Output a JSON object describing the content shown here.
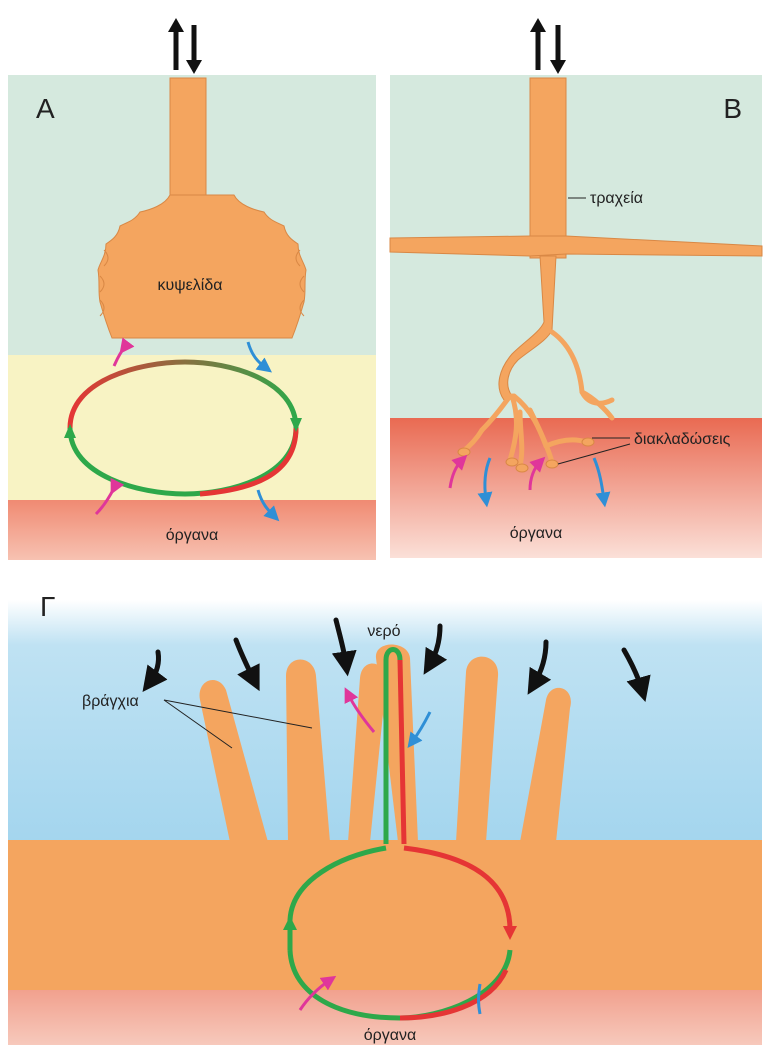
{
  "panels": {
    "a": {
      "letter": "Α",
      "chamber_label": "κυψελίδα",
      "organs_label": "όργανα"
    },
    "b": {
      "letter": "Β",
      "trachea_label": "τραχεία",
      "branches_label": "διακλαδώσεις",
      "organs_label": "όργανα"
    },
    "c": {
      "letter": "Γ",
      "water_label": "νερό",
      "gills_label": "βράγχια",
      "organs_label": "όργανα"
    }
  },
  "colors": {
    "air": "#d5e9de",
    "tissue": "#f4a55f",
    "yellow_zone": "#f8f3c4",
    "organ_band": "#e9725a",
    "water": "#a8d8ef",
    "oxygenated_flow": "#2ea84a",
    "deoxygenated_flow": "#e53535",
    "oxygen_arrow": "#e0369a",
    "co2_arrow": "#2f8fd6",
    "ventilation_arrow": "#111111"
  },
  "icons": [
    "up-arrow",
    "down-arrow",
    "curved-arrow"
  ]
}
